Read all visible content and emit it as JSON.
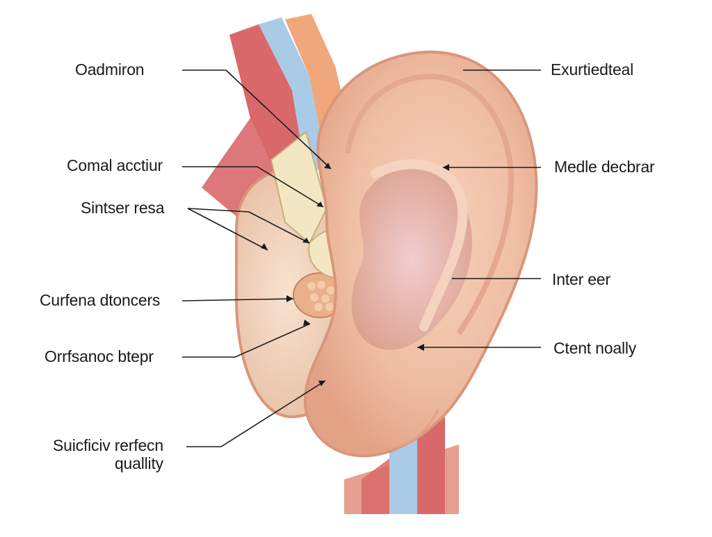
{
  "labels": {
    "left": [
      {
        "id": "oadmiron",
        "text": "Oadmiron"
      },
      {
        "id": "comal-acctiur",
        "text": "Comal acctiur"
      },
      {
        "id": "sintser-resa",
        "text": "Sintser resa"
      },
      {
        "id": "curfena-dtoncers",
        "text": "Curfena dtoncers"
      },
      {
        "id": "orrfsanoc-btepr",
        "text": "Orrfsanoc btepr"
      },
      {
        "id": "suicficiv-rerfecn",
        "text": "Suicficiv rerfecn",
        "text2": "quallity"
      }
    ],
    "right": [
      {
        "id": "exurtiedteal",
        "text": "Exurtiedteal"
      },
      {
        "id": "medle-decbrar",
        "text": "Medle decbrar"
      },
      {
        "id": "inter-eer",
        "text": "Inter eer"
      },
      {
        "id": "ctent-noally",
        "text": "Ctent noally"
      }
    ]
  },
  "colors": {
    "skin": "#f2c4a8",
    "skin_dark": "#d9967a",
    "vessel_red": "#d9686a",
    "vessel_blue": "#a9cbe6",
    "bone": "#f3e7c3",
    "line": "#1a1a1a"
  }
}
